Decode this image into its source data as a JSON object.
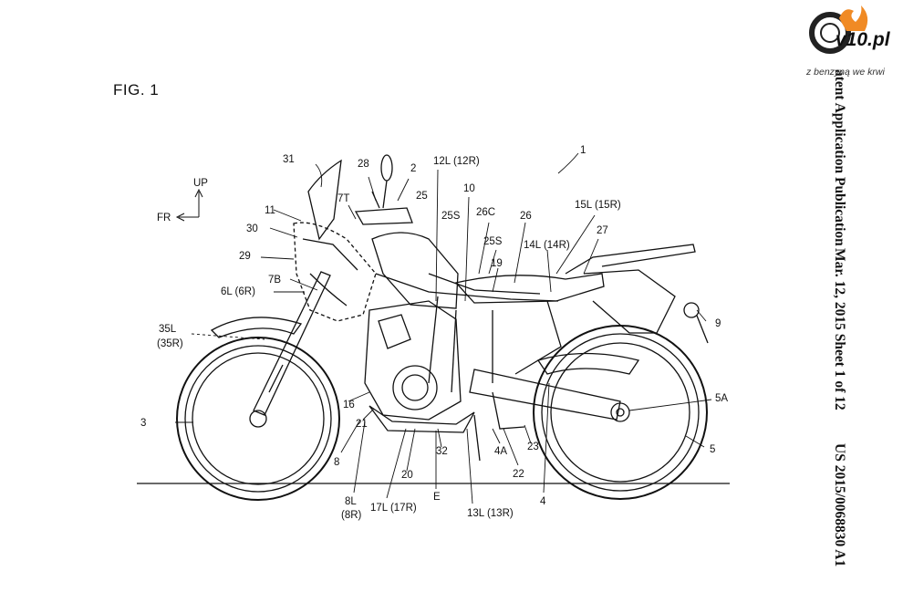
{
  "figure_title": "FIG. 1",
  "side_text": {
    "pub": "atent Application Publication",
    "date": "Mar. 12, 2015  Sheet 1 of 12",
    "number": "US 2015/0068830 A1"
  },
  "logo": {
    "name": "v10.pl",
    "tagline": "z benzyną we krwi"
  },
  "orientation": {
    "up": "UP",
    "fr": "FR"
  },
  "labels": {
    "l1": "1",
    "l2": "2",
    "l3": "3",
    "l4": "4",
    "l4a": "4A",
    "l5": "5",
    "l5a": "5A",
    "l6": "6L (6R)",
    "l7b": "7B",
    "l7t": "7T",
    "l8": "8",
    "l8l": "8L",
    "l8r": "(8R)",
    "l9": "9",
    "l10": "10",
    "l11": "11",
    "l12": "12L (12R)",
    "l13": "13L (13R)",
    "l14": "14L (14R)",
    "l15": "15L (15R)",
    "l16": "16",
    "l17": "17L (17R)",
    "l19": "19",
    "l20": "20",
    "l21": "21",
    "l22": "22",
    "l23": "23",
    "l25": "25",
    "l25s1": "25S",
    "l25s2": "25S",
    "l26": "26",
    "l26c": "26C",
    "l27": "27",
    "l28": "28",
    "l29": "29",
    "l30": "30",
    "l31": "31",
    "l32": "32",
    "l35l": "35L",
    "l35r": "(35R)",
    "le": "E"
  }
}
